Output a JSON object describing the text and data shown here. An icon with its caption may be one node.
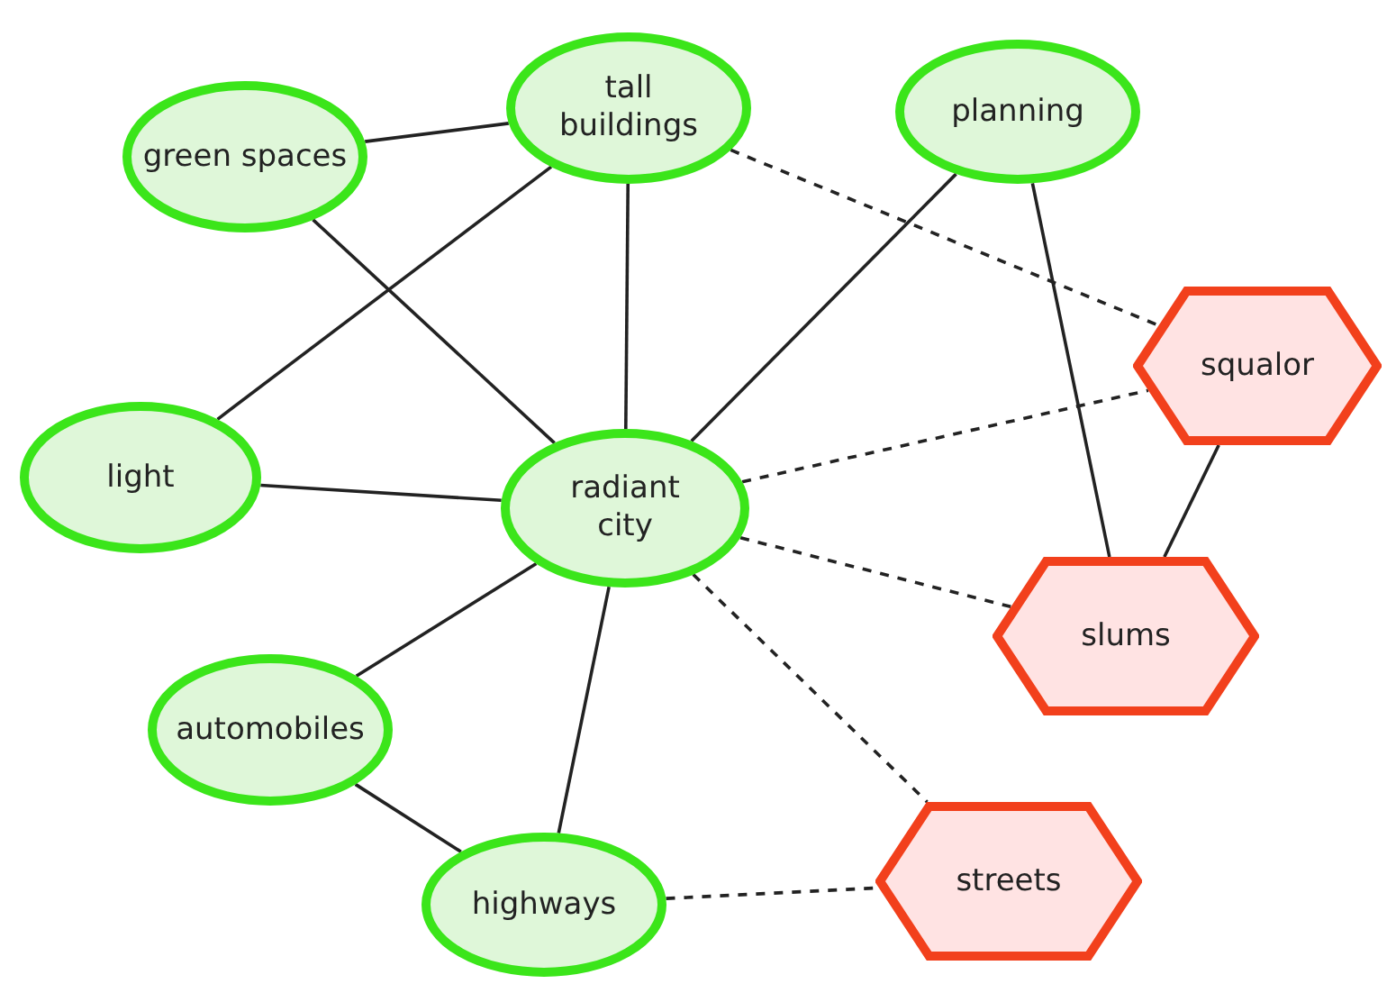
{
  "diagram": {
    "nodes": [
      {
        "text": [
          "green spaces"
        ]
      },
      {
        "text": [
          "tall buildings"
        ]
      },
      {
        "text": [
          "planning"
        ]
      },
      {
        "text": [
          "light"
        ]
      },
      {
        "text": [
          "radiant city"
        ]
      },
      {
        "text": [
          "automobiles"
        ]
      },
      {
        "text": [
          "highways"
        ]
      },
      {
        "text": [
          "squalor"
        ]
      },
      {
        "text": [
          "slums"
        ]
      },
      {
        "text": [
          "streets"
        ]
      }
    ],
    "edges": [
      {
        "from": 0,
        "to": 1,
        "arrow": "none"
      },
      {
        "from": 0,
        "to": 4,
        "arrow": "none"
      },
      {
        "from": 1,
        "to": 3,
        "arrow": "none"
      },
      {
        "from": 1,
        "to": 4,
        "arrow": "none"
      },
      {
        "from": 1,
        "to": 7,
        "arrow": "none",
        "style": "dashed"
      },
      {
        "from": 2,
        "to": 4,
        "arrow": "none"
      },
      {
        "from": 2,
        "to": 8,
        "arrow": "none"
      },
      {
        "from": 3,
        "to": 4,
        "arrow": "none"
      },
      {
        "from": 4,
        "to": 7,
        "arrow": "none",
        "style": "dashed"
      },
      {
        "from": 4,
        "to": 8,
        "arrow": "none",
        "style": "dashed"
      },
      {
        "from": 4,
        "to": 9,
        "arrow": "none",
        "style": "dashed"
      },
      {
        "from": 4,
        "to": 5,
        "arrow": "none"
      },
      {
        "from": 4,
        "to": 6,
        "arrow": "none"
      },
      {
        "from": 5,
        "to": 6,
        "arrow": "none"
      },
      {
        "from": 6,
        "to": 9,
        "arrow": "none",
        "style": "dashed"
      },
      {
        "from": 7,
        "to": 8,
        "arrow": "none"
      }
    ]
  }
}
